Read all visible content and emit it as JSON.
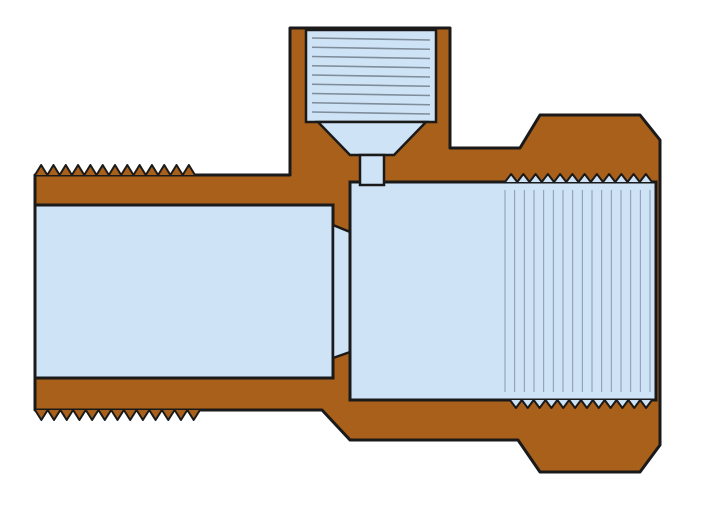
{
  "diagram": {
    "subject": "tee-fitting-cross-section",
    "colors": {
      "body": "#A8601A",
      "bore": "#CFE3F7",
      "outline": "#1A1A1A",
      "background": "#FFFFFF"
    },
    "threads": {
      "left_external_top_count": 13,
      "left_external_bottom_count": 13,
      "right_internal_top_count": 12,
      "right_internal_bottom_count": 12,
      "top_port_ridge_count": 9,
      "right_bore_line_count": 16
    }
  }
}
